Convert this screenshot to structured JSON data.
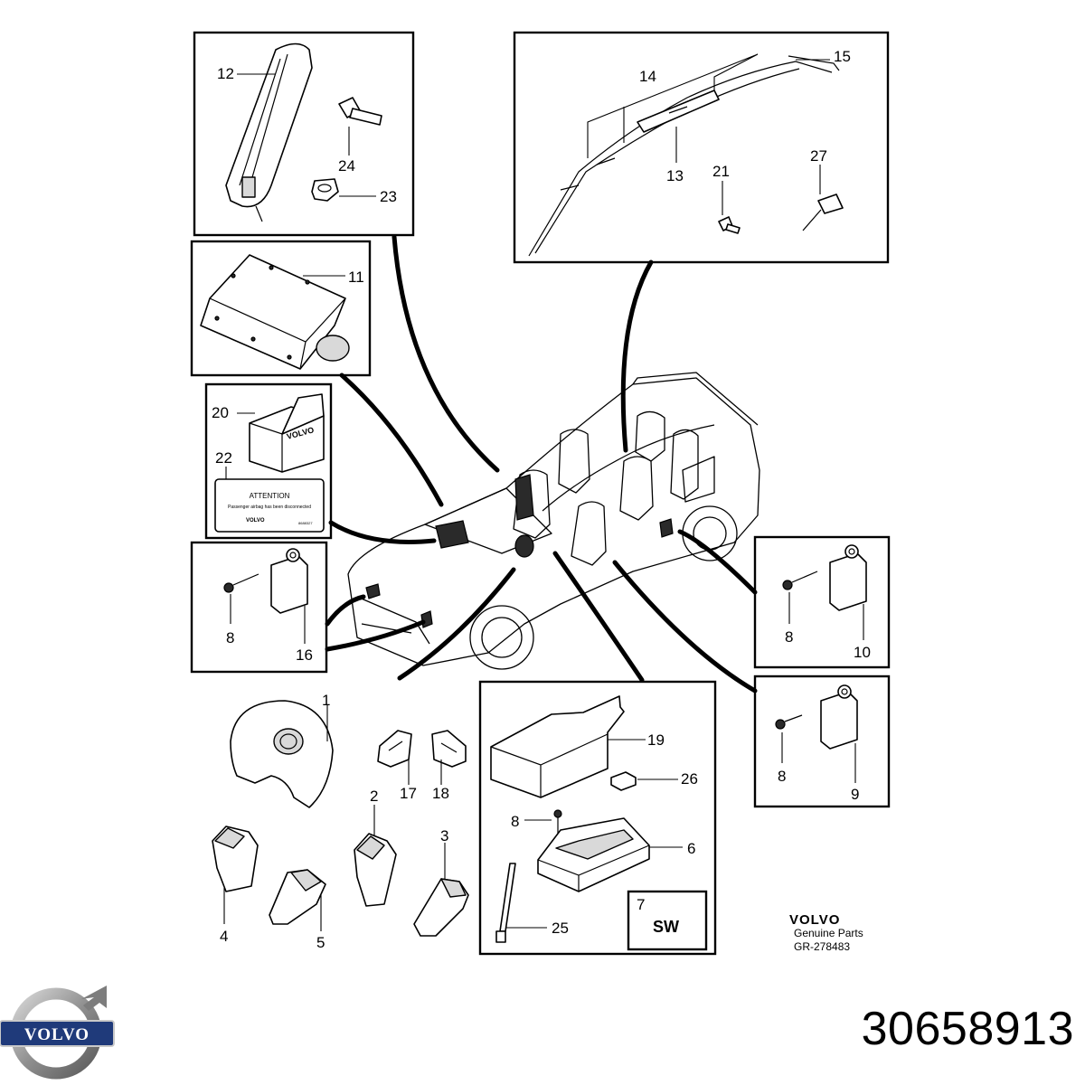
{
  "diagram": {
    "callouts": {
      "c1": "1",
      "c2": "2",
      "c3": "3",
      "c4": "4",
      "c5": "5",
      "c6": "6",
      "c7": "7",
      "c8a": "8",
      "c8b": "8",
      "c8c": "8",
      "c8d": "8",
      "c9": "9",
      "c10": "10",
      "c11": "11",
      "c12": "12",
      "c13": "13",
      "c14": "14",
      "c15": "15",
      "c16": "16",
      "c17": "17",
      "c18": "18",
      "c19": "19",
      "c20": "20",
      "c21": "21",
      "c22": "22",
      "c23": "23",
      "c24": "24",
      "c25": "25",
      "c26": "26",
      "c27": "27"
    },
    "box7_label": "SW",
    "carton_brand": "VOLVO",
    "label_card": {
      "title": "ATTENTION",
      "line": "Passenger airbag has been disconnected",
      "brand": "VOLVO",
      "code": "8688327"
    },
    "genuine_parts": {
      "brand": "VOLVO",
      "line1": "Genuine Parts",
      "line2": "GR-278483"
    }
  },
  "part_number": "30658913",
  "logo": {
    "text": "VOLVO",
    "icon": "volvo-iron-mark-icon"
  },
  "colors": {
    "line": "#000000",
    "background": "#ffffff",
    "logo_blue": "#1f3a7a",
    "logo_silver": "#9a9a9a"
  }
}
